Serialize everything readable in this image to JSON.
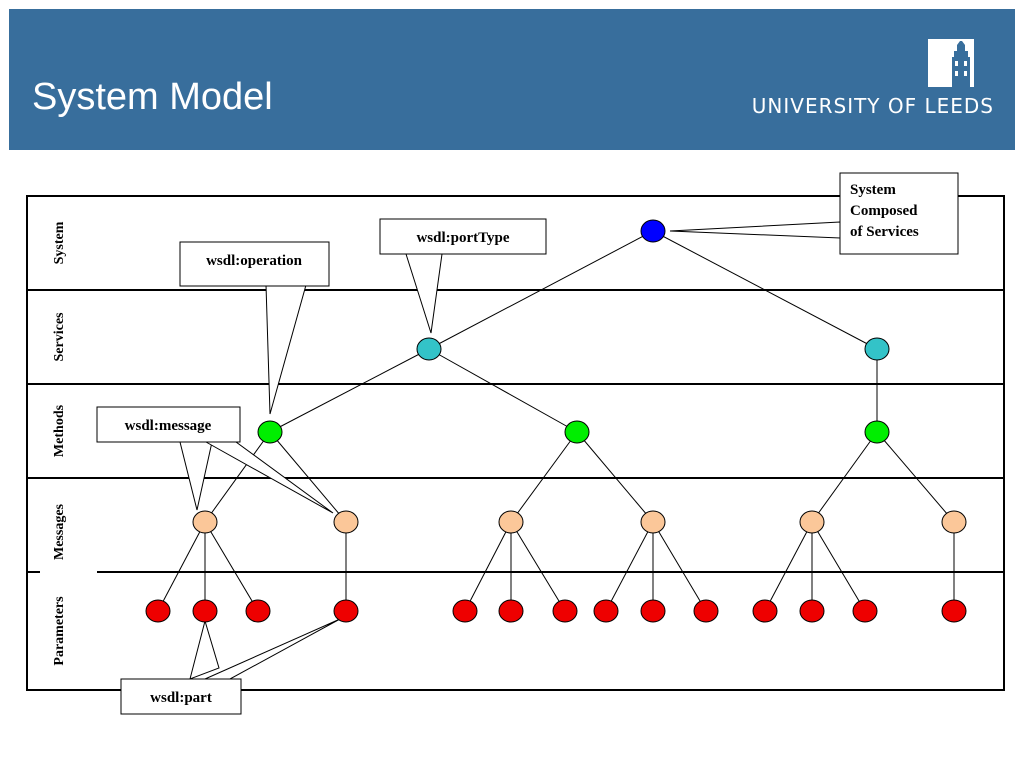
{
  "header": {
    "title": "System Model",
    "logo_text": "UNIVERSITY OF LEEDS",
    "logo_icon": "tower-icon",
    "background": "#386e9c"
  },
  "lanes": [
    "System",
    "Services",
    "Methods",
    "Messages",
    "Parameters"
  ],
  "callouts": {
    "system": [
      "System",
      "Composed",
      "of Services"
    ],
    "port_type": "wsdl:portType",
    "operation": "wsdl:operation",
    "message": "wsdl:message",
    "part": "wsdl:part"
  },
  "node_colors": {
    "system": "#0000ff",
    "service": "#33c3c8",
    "method": "#00ee00",
    "message": "#fbc799",
    "parameter": "#ee0000"
  }
}
